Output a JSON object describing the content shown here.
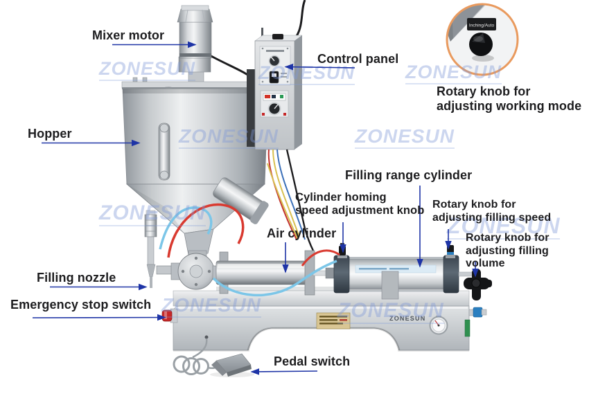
{
  "watermark": {
    "text": "ZONESUN",
    "color_hex": "#7F99D6"
  },
  "colors": {
    "arrow_blue": "#1E34A6",
    "inset_ring_orange": "#E99A5E",
    "emergency_red": "#C62828",
    "label_text": "#1D1D1F"
  },
  "callouts": {
    "mixer_motor": "Mixer motor",
    "hopper": "Hopper",
    "control_panel": "Control panel",
    "rotary_working_mode": "Rotary knob for\nadjusting working mode",
    "filling_range_cylinder": "Filling range cylinder",
    "cylinder_homing": "Cylinder homing\nspeed adjustment knob",
    "rotary_filling_speed": "Rotary knob for\nadjusting filling speed",
    "air_cylinder": "Air cylinder",
    "rotary_filling_volume": "Rotary knob for\nadjusting filling volume",
    "filling_nozzle": "Filling nozzle",
    "emergency_stop": "Emergency stop switch",
    "pedal_switch": "Pedal switch"
  },
  "machine": {
    "base_brand_text": "ZONESUN",
    "inset_knob_label": "Inching/Auto"
  }
}
